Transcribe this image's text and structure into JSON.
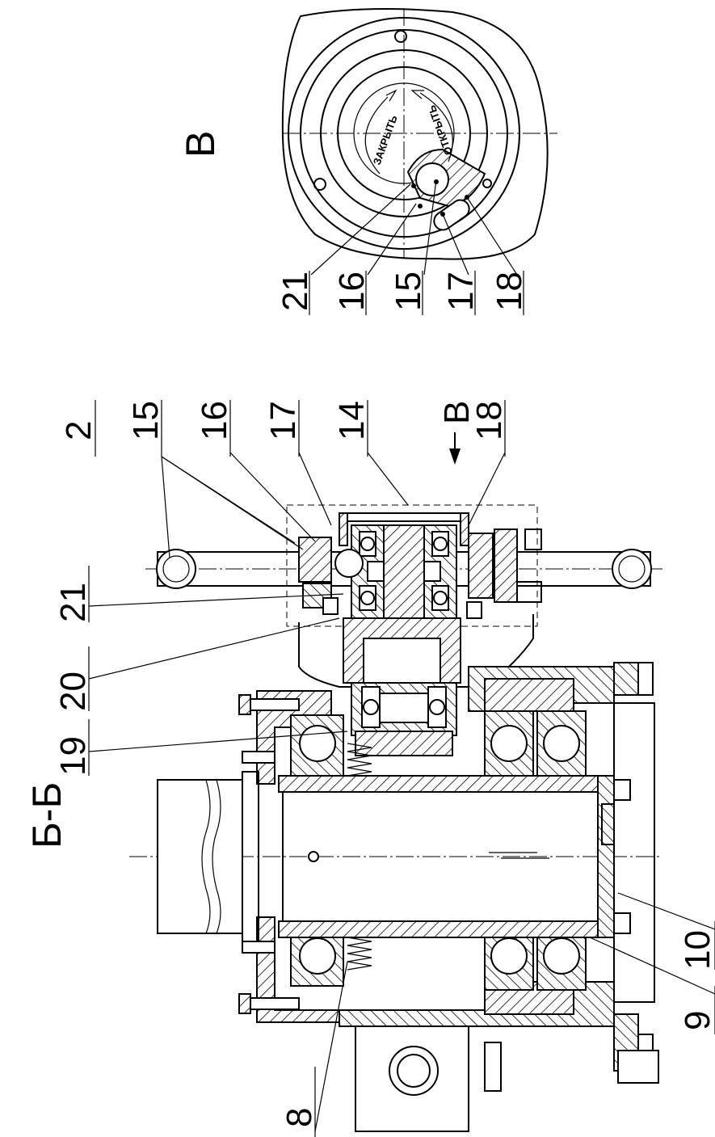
{
  "section_label": "Б-Б",
  "view_label": "В",
  "view_arrow_label": "В",
  "section_callouts": [
    "2",
    "15",
    "16",
    "17",
    "14",
    "18",
    "21",
    "20",
    "19",
    "8",
    "10",
    "9"
  ],
  "view_callouts": [
    "21",
    "16",
    "15",
    "17",
    "18"
  ],
  "dial": {
    "close_text": "ЗАКРЫТЬ",
    "open_text": "ОТКРЫТЬ"
  }
}
